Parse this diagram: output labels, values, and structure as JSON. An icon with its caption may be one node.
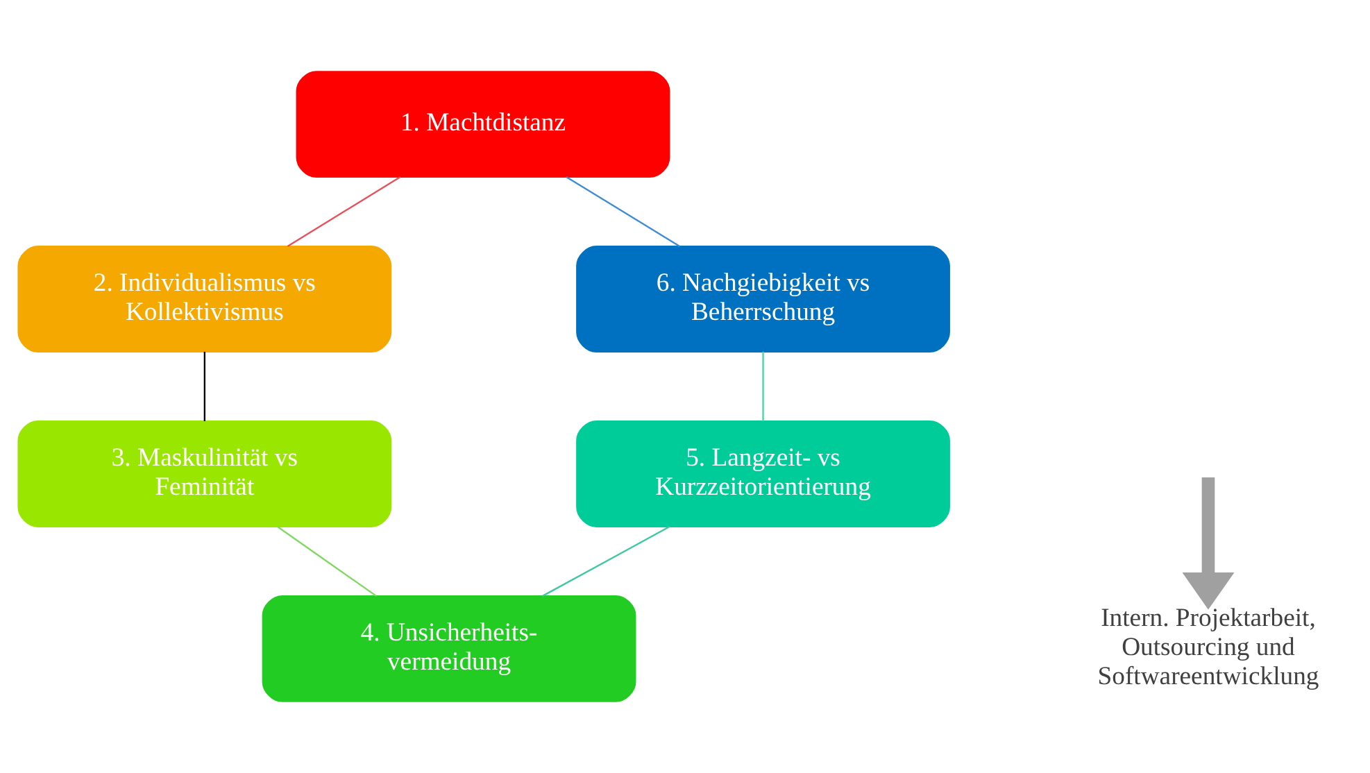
{
  "diagram": {
    "nodes": [
      {
        "text": [
          "1. Machtdistanz"
        ]
      },
      {
        "text": [
          "2. Individualismus vs Kollektivismus"
        ]
      },
      {
        "text": [
          "3. Maskulinität vs Feminität"
        ]
      },
      {
        "text": [
          "4. Unsicherheits- vermeidung"
        ]
      },
      {
        "text": [
          "5. Langzeit- vs Kurzzeitorientierung"
        ]
      },
      {
        "text": [
          "6. Nachgiebigkeit vs Beherrschung"
        ]
      },
      {
        "text": [
          "Intern. Projektarbeit, Outsourcing und Softwareentwicklung"
        ]
      }
    ],
    "edges": [
      {
        "from": 0,
        "to": 1,
        "arrow": "none",
        "color": "#e8505a"
      },
      {
        "from": 1,
        "to": 2,
        "arrow": "none",
        "color": "#000000"
      },
      {
        "from": 2,
        "to": 3,
        "arrow": "none",
        "color": "#7fd860"
      },
      {
        "from": 3,
        "to": 4,
        "arrow": "none",
        "color": "#3cc8a0"
      },
      {
        "from": 4,
        "to": 5,
        "arrow": "none",
        "color": "#40d8a0"
      },
      {
        "from": 5,
        "to": 0,
        "arrow": "none",
        "color": "#3c8cd8"
      },
      {
        "from": null,
        "to": 6,
        "arrow": "to",
        "style": "thick",
        "color": "#a0a0a0"
      }
    ]
  }
}
